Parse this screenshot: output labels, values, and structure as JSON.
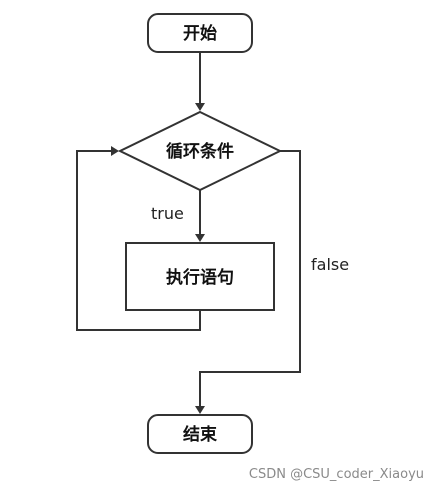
{
  "diagram": {
    "start_label": "开始",
    "condition_label": "循环条件",
    "body_label": "执行语句",
    "end_label": "结束",
    "true_label": "true",
    "false_label": "false"
  },
  "watermark": "CSDN @CSU_coder_Xiaoyu",
  "colors": {
    "stroke": "#333333",
    "watermark": "#8a8a8a"
  }
}
